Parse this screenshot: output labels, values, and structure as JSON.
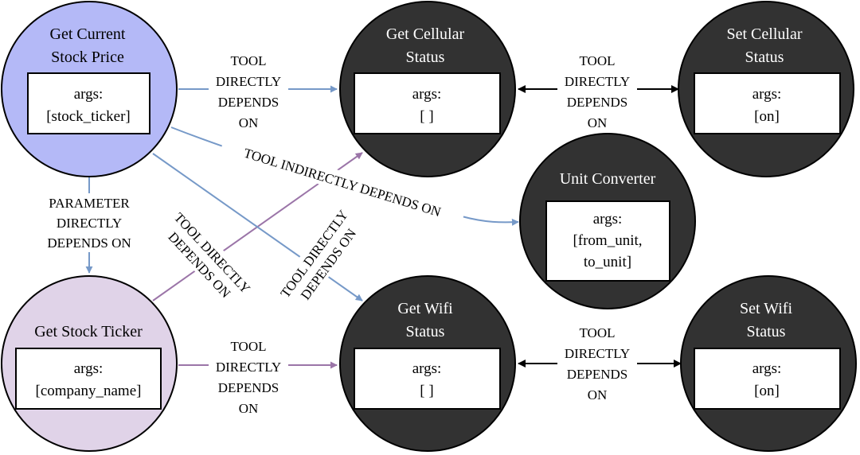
{
  "colors": {
    "dark_node": "#323232",
    "stock_price_node": "#b4b9f7",
    "stock_ticker_node": "#e0d3e8",
    "blue_edge": "#7699c8",
    "purple_edge": "#9b75a8",
    "black_edge": "#000000"
  },
  "nodes": {
    "get_current_stock_price": {
      "title_lines": [
        "Get Current",
        "Stock Price"
      ],
      "args_lines": [
        "args:",
        "[stock_ticker]"
      ]
    },
    "get_cellular_status": {
      "title_lines": [
        "Get Cellular",
        "Status"
      ],
      "args_lines": [
        "args:",
        "[ ]"
      ]
    },
    "set_cellular_status": {
      "title_lines": [
        "Set Cellular",
        "Status"
      ],
      "args_lines": [
        "args:",
        "[on]"
      ]
    },
    "unit_converter": {
      "title_lines": [
        "Unit Converter"
      ],
      "args_lines": [
        "args:",
        "[from_unit,",
        "to_unit]"
      ]
    },
    "get_stock_ticker": {
      "title_lines": [
        "Get Stock Ticker"
      ],
      "args_lines": [
        "args:",
        "[company_name]"
      ]
    },
    "get_wifi_status": {
      "title_lines": [
        "Get Wifi",
        "Status"
      ],
      "args_lines": [
        "args:",
        "[ ]"
      ]
    },
    "set_wifi_status": {
      "title_lines": [
        "Set Wifi",
        "Status"
      ],
      "args_lines": [
        "args:",
        "[on]"
      ]
    }
  },
  "edges": {
    "price_to_cellular": {
      "label_lines": [
        "TOOL",
        "DIRECTLY",
        "DEPENDS",
        "ON"
      ]
    },
    "cellular_set_cellular": {
      "label_lines": [
        "TOOL",
        "DIRECTLY",
        "DEPENDS",
        "ON"
      ]
    },
    "price_to_unit_converter": {
      "label_lines": [
        "TOOL INDIRECTLY DEPENDS ON"
      ]
    },
    "price_to_ticker": {
      "label_lines": [
        "PARAMETER",
        "DIRECTLY",
        "DEPENDS ON"
      ]
    },
    "ticker_to_cellular": {
      "label_lines": [
        "TOOL DIRECTLY",
        "DEPENDS ON"
      ]
    },
    "price_to_wifi": {
      "label_lines": [
        "TOOL DIRECTLY",
        "DEPENDS ON"
      ]
    },
    "ticker_to_wifi": {
      "label_lines": [
        "TOOL",
        "DIRECTLY",
        "DEPENDS",
        "ON"
      ]
    },
    "wifi_set_wifi": {
      "label_lines": [
        "TOOL",
        "DIRECTLY",
        "DEPENDS",
        "ON"
      ]
    }
  }
}
